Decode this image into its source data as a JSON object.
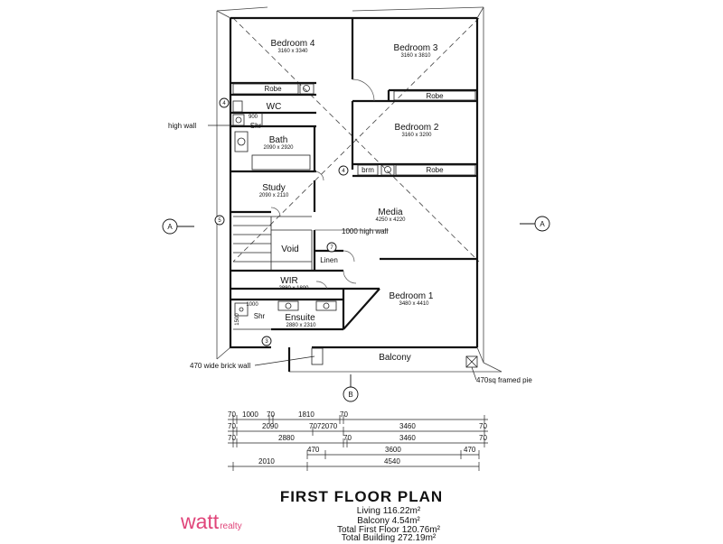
{
  "rooms": {
    "bedroom4": {
      "name": "Bedroom 4",
      "size": "3160 x 3340"
    },
    "bedroom3": {
      "name": "Bedroom 3",
      "size": "3160 x 3810"
    },
    "bedroom2": {
      "name": "Bedroom 2",
      "size": "3160 x 3200"
    },
    "bedroom1": {
      "name": "Bedroom 1",
      "size": "3480 x 4410"
    },
    "bath": {
      "name": "Bath",
      "size": "2090 x 2920"
    },
    "study": {
      "name": "Study",
      "size": "2090 x 2110"
    },
    "media": {
      "name": "Media",
      "size": "4250 x 4220"
    },
    "wir": {
      "name": "WIR",
      "size": "2880 x 1800"
    },
    "ensuite": {
      "name": "Ensuite",
      "size": "2880 x 2310"
    },
    "wc": "WC",
    "void": "Void",
    "linen": "Linen",
    "balcony": "Balcony"
  },
  "fixtures": {
    "robe4": "Robe",
    "robe3": "Robe",
    "robe2": "Robe",
    "brm": "brm",
    "shr_top": "Shr",
    "shr_bottom": "Shr",
    "dim_900": "900",
    "dim_1000": "1000",
    "dim_1500": "1500"
  },
  "markers": {
    "a_left": "A",
    "a_right": "A",
    "b_bottom": "B",
    "n4_top": "4",
    "n4_mid": "4",
    "n5": "5",
    "n7": "7",
    "n3": "3"
  },
  "annotations": {
    "high_wall": "high wall",
    "high_wall_1000": "1000 high wall",
    "brick_wall": "470 wide brick wall",
    "framed_pier": "470sq framed pie"
  },
  "dimension_rows": {
    "row1": [
      "70",
      "1000",
      "70",
      "1810",
      "70"
    ],
    "row2": [
      "70",
      "2090",
      "7072070",
      "3460",
      "70"
    ],
    "row3": [
      "70",
      "2880",
      "70",
      "3460",
      "70"
    ],
    "row4": [
      "470",
      "3600",
      "470"
    ],
    "row5": [
      "2010",
      "4540"
    ]
  },
  "title": "FIRST FLOOR PLAN",
  "areas": {
    "living": "Living 116.22m²",
    "balcony": "Balcony 4.54m²",
    "total_first": "Total First Floor 120.76m²",
    "total_building": "Total Building 272.19m²"
  },
  "logo": {
    "brand": "watt",
    "sub": "realty",
    "color": "#e0457a"
  }
}
